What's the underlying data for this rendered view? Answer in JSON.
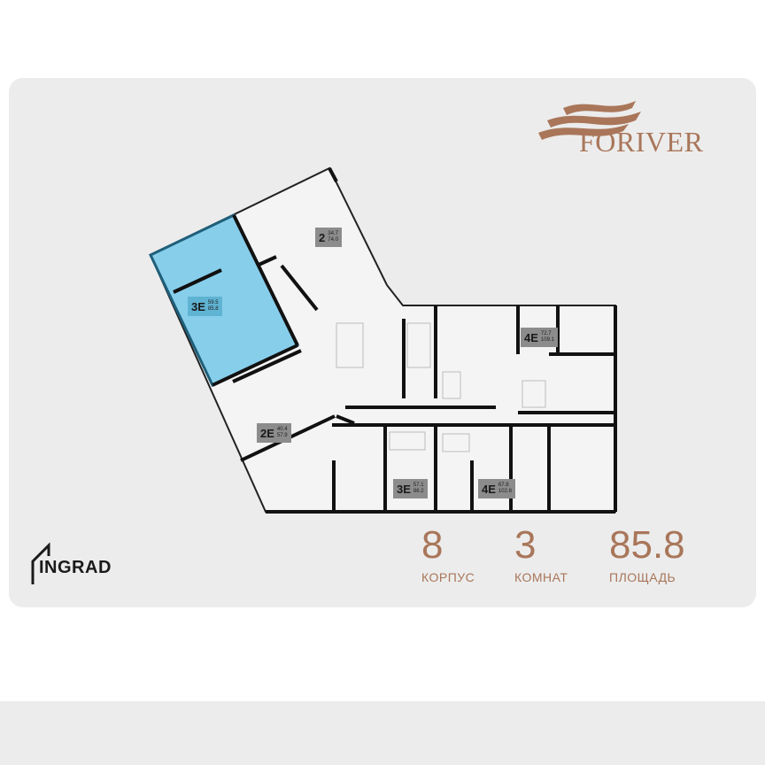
{
  "brand": {
    "name": "FORIVER",
    "developer": "INGRAD",
    "accent_color": "#a9765a",
    "highlight_color": "#87ceeb"
  },
  "stats": [
    {
      "value": "8",
      "label": "КОРПУС"
    },
    {
      "value": "3",
      "label": "КОМНАТ"
    },
    {
      "value": "85.8",
      "label": "ПЛОЩАДЬ"
    }
  ],
  "units": [
    {
      "type": "3E",
      "area1": "59.5",
      "area2": "85.8",
      "highlighted": true
    },
    {
      "type": "2",
      "area1": "34.7",
      "area2": "74.0",
      "highlighted": false
    },
    {
      "type": "2E",
      "area1": "40.4",
      "area2": "57.9",
      "highlighted": false
    },
    {
      "type": "4E",
      "area1": "72.7",
      "area2": "109.1",
      "highlighted": false
    },
    {
      "type": "3E",
      "area1": "57.1",
      "area2": "86.2",
      "highlighted": false
    },
    {
      "type": "4E",
      "area1": "67.8",
      "area2": "102.8",
      "highlighted": false
    }
  ]
}
